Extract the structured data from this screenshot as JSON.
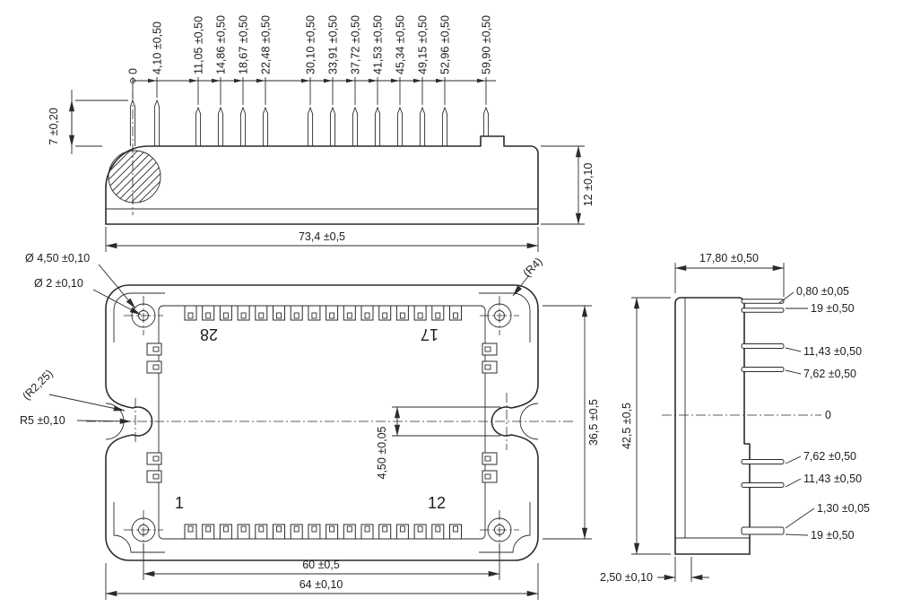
{
  "views": {
    "top": {
      "ordinate_dims": [
        "0",
        "4,10 ±0,50",
        "11,05 ±0,50",
        "14,86 ±0,50",
        "18,67 ±0,50",
        "22,48 ±0,50",
        "30,10 ±0,50",
        "33,91 ±0,50",
        "37,72 ±0,50",
        "41,53 ±0,50",
        "45,34 ±0,50",
        "49,15 ±0,50",
        "52,96 ±0,50",
        "59,90 ±0,50"
      ],
      "pin_height": "7 ±0,20",
      "case_height": "12 ±0,10",
      "overall_width": "73,4 ±0,5"
    },
    "plan": {
      "mounting_hole_dia": "Ø 4,50 ±0,10",
      "pin_hole_dia": "Ø 2 ±0,10",
      "corner_radius": "(R4)",
      "notch_small_radius": "(R2,25)",
      "notch_radius": "R5 ±0,10",
      "cavity_height": "36,5 ±0,5",
      "notch_circle_dia": "4,50 ±0,05",
      "hole_spacing": "60 ±0,5",
      "overall_width": "64 ±0,10",
      "pin_numbers": [
        "1",
        "12",
        "17",
        "28"
      ]
    },
    "side": {
      "body_width": "17,80 ±0,50",
      "overall_height": "42,5 ±0,5",
      "baseplate_offset": "2,50 ±0,10",
      "right_labels": [
        "0,80 ±0,05",
        "19 ±0,50",
        "11,43 ±0,50",
        "7,62 ±0,50",
        "0",
        "7,62 ±0,50",
        "11,43 ±0,50",
        "1,30 ±0,05",
        "19 ±0,50"
      ]
    }
  },
  "colors": {
    "line": "#2b2b2b",
    "background": "#ffffff"
  }
}
